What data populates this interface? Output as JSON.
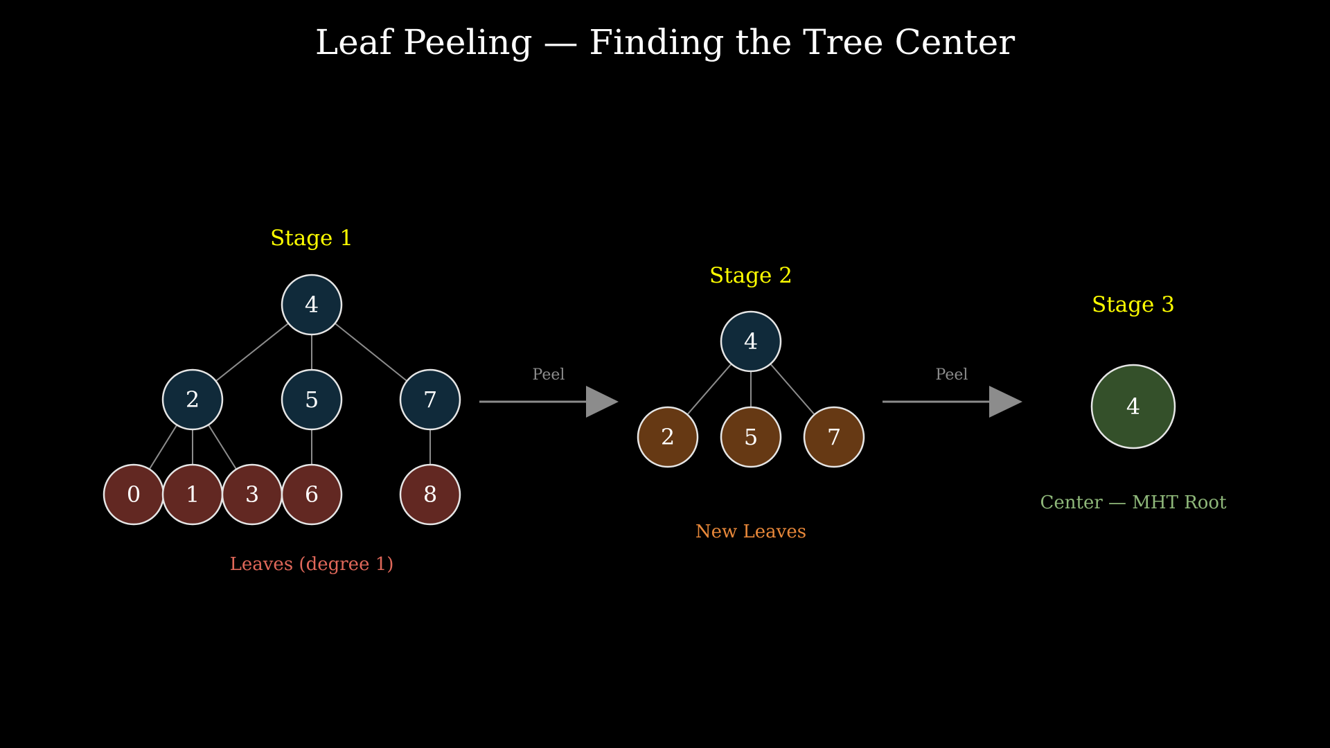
{
  "title": "Leaf Peeling — Finding the Tree Center",
  "colors": {
    "background": "#000000",
    "title": "#ffffff",
    "stage_label": "#ffff00",
    "internal_node": "#102a3a",
    "leaf_node": "#622822",
    "new_leaf_node": "#663914",
    "center_node": "#34502a",
    "node_stroke": "#e6e6e6",
    "edge": "#8c8c8c",
    "arrow": "#8c8c8c",
    "peel_label": "#8c8c8c",
    "leaves_caption": "#e0685a",
    "new_leaves_caption": "#e8883a",
    "center_caption": "#8fb87a"
  },
  "stages": [
    {
      "label": "Stage 1",
      "caption": "Leaves (degree 1)",
      "nodes": [
        {
          "id": "s1-4",
          "label": "4",
          "kind": "internal"
        },
        {
          "id": "s1-2",
          "label": "2",
          "kind": "internal"
        },
        {
          "id": "s1-5",
          "label": "5",
          "kind": "internal"
        },
        {
          "id": "s1-7",
          "label": "7",
          "kind": "internal"
        },
        {
          "id": "s1-0",
          "label": "0",
          "kind": "leaf"
        },
        {
          "id": "s1-1",
          "label": "1",
          "kind": "leaf"
        },
        {
          "id": "s1-3",
          "label": "3",
          "kind": "leaf"
        },
        {
          "id": "s1-6",
          "label": "6",
          "kind": "leaf"
        },
        {
          "id": "s1-8",
          "label": "8",
          "kind": "leaf"
        }
      ],
      "edges": [
        [
          "s1-4",
          "s1-2"
        ],
        [
          "s1-4",
          "s1-5"
        ],
        [
          "s1-4",
          "s1-7"
        ],
        [
          "s1-2",
          "s1-0"
        ],
        [
          "s1-2",
          "s1-1"
        ],
        [
          "s1-2",
          "s1-3"
        ],
        [
          "s1-5",
          "s1-6"
        ],
        [
          "s1-7",
          "s1-8"
        ]
      ]
    },
    {
      "label": "Stage 2",
      "caption": "New Leaves",
      "nodes": [
        {
          "id": "s2-4",
          "label": "4",
          "kind": "internal"
        },
        {
          "id": "s2-2",
          "label": "2",
          "kind": "new_leaf"
        },
        {
          "id": "s2-5",
          "label": "5",
          "kind": "new_leaf"
        },
        {
          "id": "s2-7",
          "label": "7",
          "kind": "new_leaf"
        }
      ],
      "edges": [
        [
          "s2-4",
          "s2-2"
        ],
        [
          "s2-4",
          "s2-5"
        ],
        [
          "s2-4",
          "s2-7"
        ]
      ]
    },
    {
      "label": "Stage 3",
      "caption": "Center — MHT Root",
      "nodes": [
        {
          "id": "s3-4",
          "label": "4",
          "kind": "center"
        }
      ],
      "edges": []
    }
  ],
  "arrows": [
    {
      "label": "Peel"
    },
    {
      "label": "Peel"
    }
  ]
}
